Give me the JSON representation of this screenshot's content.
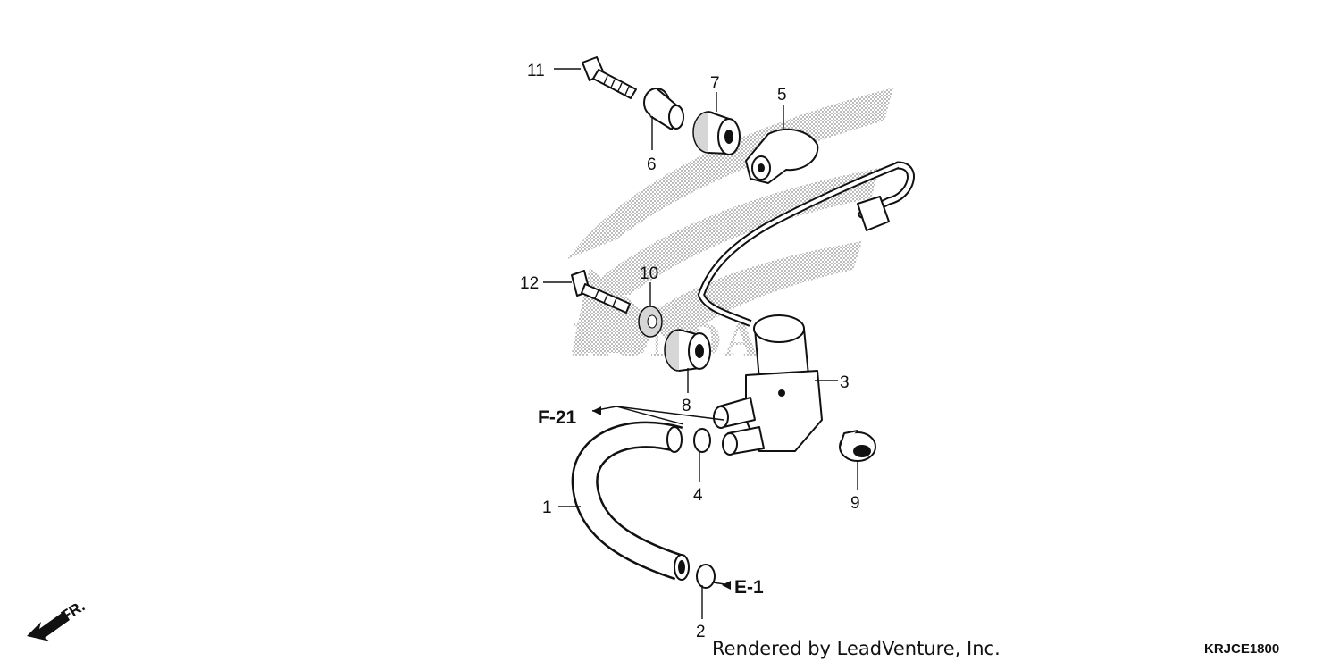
{
  "callouts": {
    "p1": "1",
    "p2": "2",
    "p3": "3",
    "p4": "4",
    "p5": "5",
    "p6": "6",
    "p7": "7",
    "p8": "8",
    "p9": "9",
    "p10": "10",
    "p11": "11",
    "p12": "12"
  },
  "refs": {
    "f21": "F-21",
    "e1": "E-1"
  },
  "direction_label": "FR.",
  "watermark_text": "HONDA",
  "credit": "Rendered by LeadVenture, Inc.",
  "diagram_code": "KRJCE1800"
}
